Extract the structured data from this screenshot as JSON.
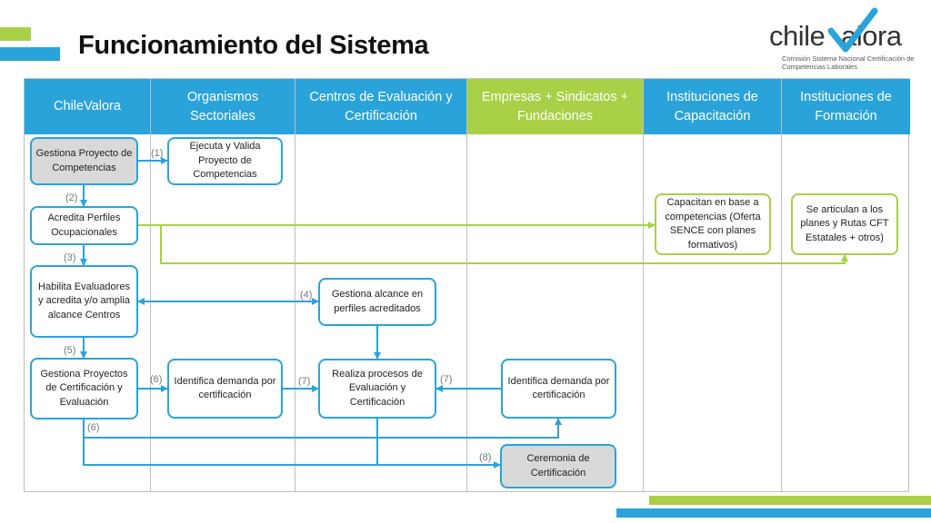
{
  "title": "Funcionamiento del Sistema",
  "logo": {
    "word_left": "chile",
    "word_v": "V",
    "word_right": "alora",
    "subtitle": "Comisión Sistema Nacional Certificación de Competencias Laborales"
  },
  "colors": {
    "blue": "#2aa3da",
    "green": "#a9d046",
    "gray_box": "#d9d9d9"
  },
  "columns": [
    {
      "label": "ChileValora"
    },
    {
      "label": "Organismos Sectoriales"
    },
    {
      "label": "Centros de Evaluación y Certificación"
    },
    {
      "label": "Empresas + Sindicatos + Fundaciones"
    },
    {
      "label": "Instituciones de Capacitación"
    },
    {
      "label": "Instituciones de Formación"
    }
  ],
  "boxes": {
    "gestiona_proyecto": "Gestiona Proyecto de Competencias",
    "ejecuta_valida": "Ejecuta y Valida Proyecto de Competencias",
    "acredita_perfiles": "Acredita Perfiles Ocupacionales",
    "capacitan": "Capacitan en base a competencias (Oferta SENCE con planes formativos)",
    "se_articulan": "Se articulan a los planes y Rutas CFT Estatales + otros)",
    "habilita": "Habilita Evaluadores y acredita y/o amplia alcance Centros",
    "gestiona_alcance": "Gestiona alcance en perfiles acreditados",
    "gestiona_proyectos_cert": "Gestiona Proyectos de Certificación y Evaluación",
    "identifica_org": "Identifica demanda por certificación",
    "realiza_procesos": "Realiza procesos de Evaluación y Certificación",
    "identifica_emp": "Identifica demanda por certificación",
    "ceremonia": "Ceremonia de Certificación"
  },
  "step_labels": {
    "s1": "(1)",
    "s2": "(2)",
    "s3": "(3)",
    "s4": "(4)",
    "s5": "(5)",
    "s6a": "(6)",
    "s6b": "(6)",
    "s7a": "(7)",
    "s7b": "(7)",
    "s8": "(8)"
  }
}
